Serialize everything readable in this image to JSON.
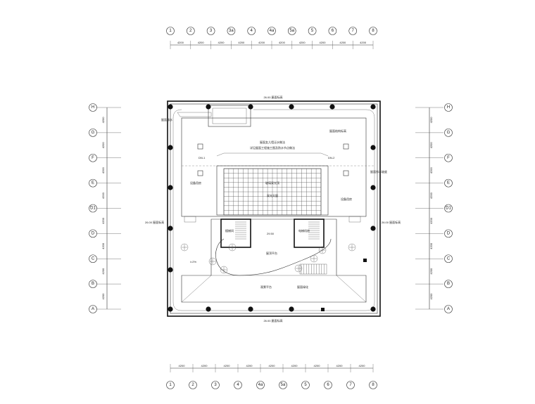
{
  "drawing": {
    "top_axes": [
      "1",
      "2",
      "3",
      "3a",
      "4",
      "4a",
      "5a",
      "5",
      "6",
      "7",
      "8"
    ],
    "top_dims": [
      "4200",
      "4200",
      "4200",
      "4200",
      "4200",
      "4200",
      "4200",
      "4200",
      "4200",
      "4200"
    ],
    "bottom_axes": [
      "1",
      "2",
      "3",
      "4",
      "4a",
      "5a",
      "5",
      "6",
      "7",
      "8"
    ],
    "bottom_dims": [
      "4200",
      "4200",
      "4200",
      "4200",
      "4200",
      "4200",
      "4200",
      "4200",
      "4200",
      "4200"
    ],
    "side_axes": [
      "H",
      "G",
      "F",
      "E",
      "D1",
      "D",
      "C",
      "B",
      "A"
    ],
    "side_dims": [
      "4200",
      "4200",
      "4200",
      "4200",
      "4200",
      "4200",
      "4200",
      "4200"
    ],
    "labels": {
      "top_elev": "26.00 屋面标高",
      "bottom_elev": "26.00 屋面标高",
      "left_elev": "26.00 屋面标高",
      "right_elev": "26.00 屋面标高",
      "roof_right": "屋面结构标高",
      "roof_left": "屋面排水",
      "note_1": "屋面女儿墙泛水做法",
      "note_2": "详见屋面工程施工图及防水节点做法",
      "glass_roof": "玻璃采光顶",
      "skylight": "采光天窗",
      "stair_left": "楼梯间",
      "stair_right": "电梯机房",
      "core_elev": "29.50",
      "terrace": "屋顶平台",
      "deck_1": "观景平台",
      "deck_2": "屋面绿化",
      "room_left": "设备用房",
      "room_right": "设备用房",
      "dn_1": "DN-1",
      "dn_2": "DN-2",
      "slope": "i=2%",
      "scale_note": "屋面排水坡度"
    }
  }
}
